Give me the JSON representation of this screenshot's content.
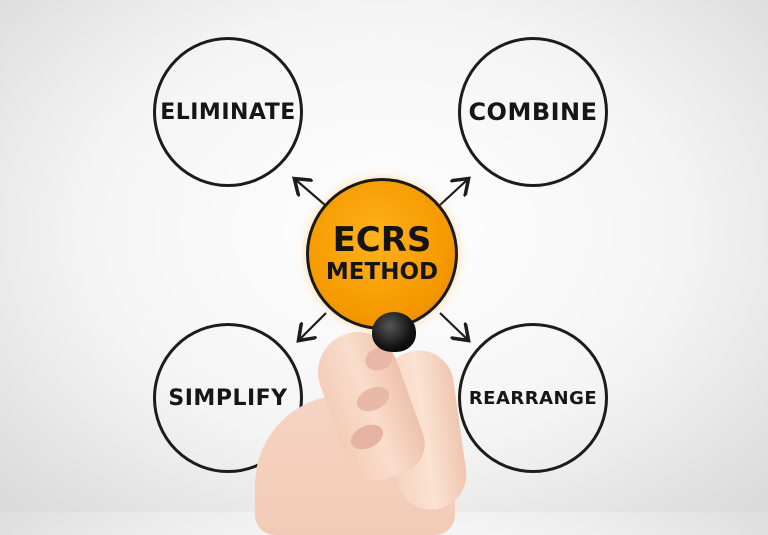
{
  "center": {
    "line1": "ECRS",
    "line2": "METHOD",
    "fill_color": "#f59a00"
  },
  "nodes": [
    {
      "label": "ELIMINATE"
    },
    {
      "label": "COMBINE"
    },
    {
      "label": "SIMPLIFY"
    },
    {
      "label": "REARRANGE"
    }
  ],
  "stroke_color": "#1c1c1c"
}
